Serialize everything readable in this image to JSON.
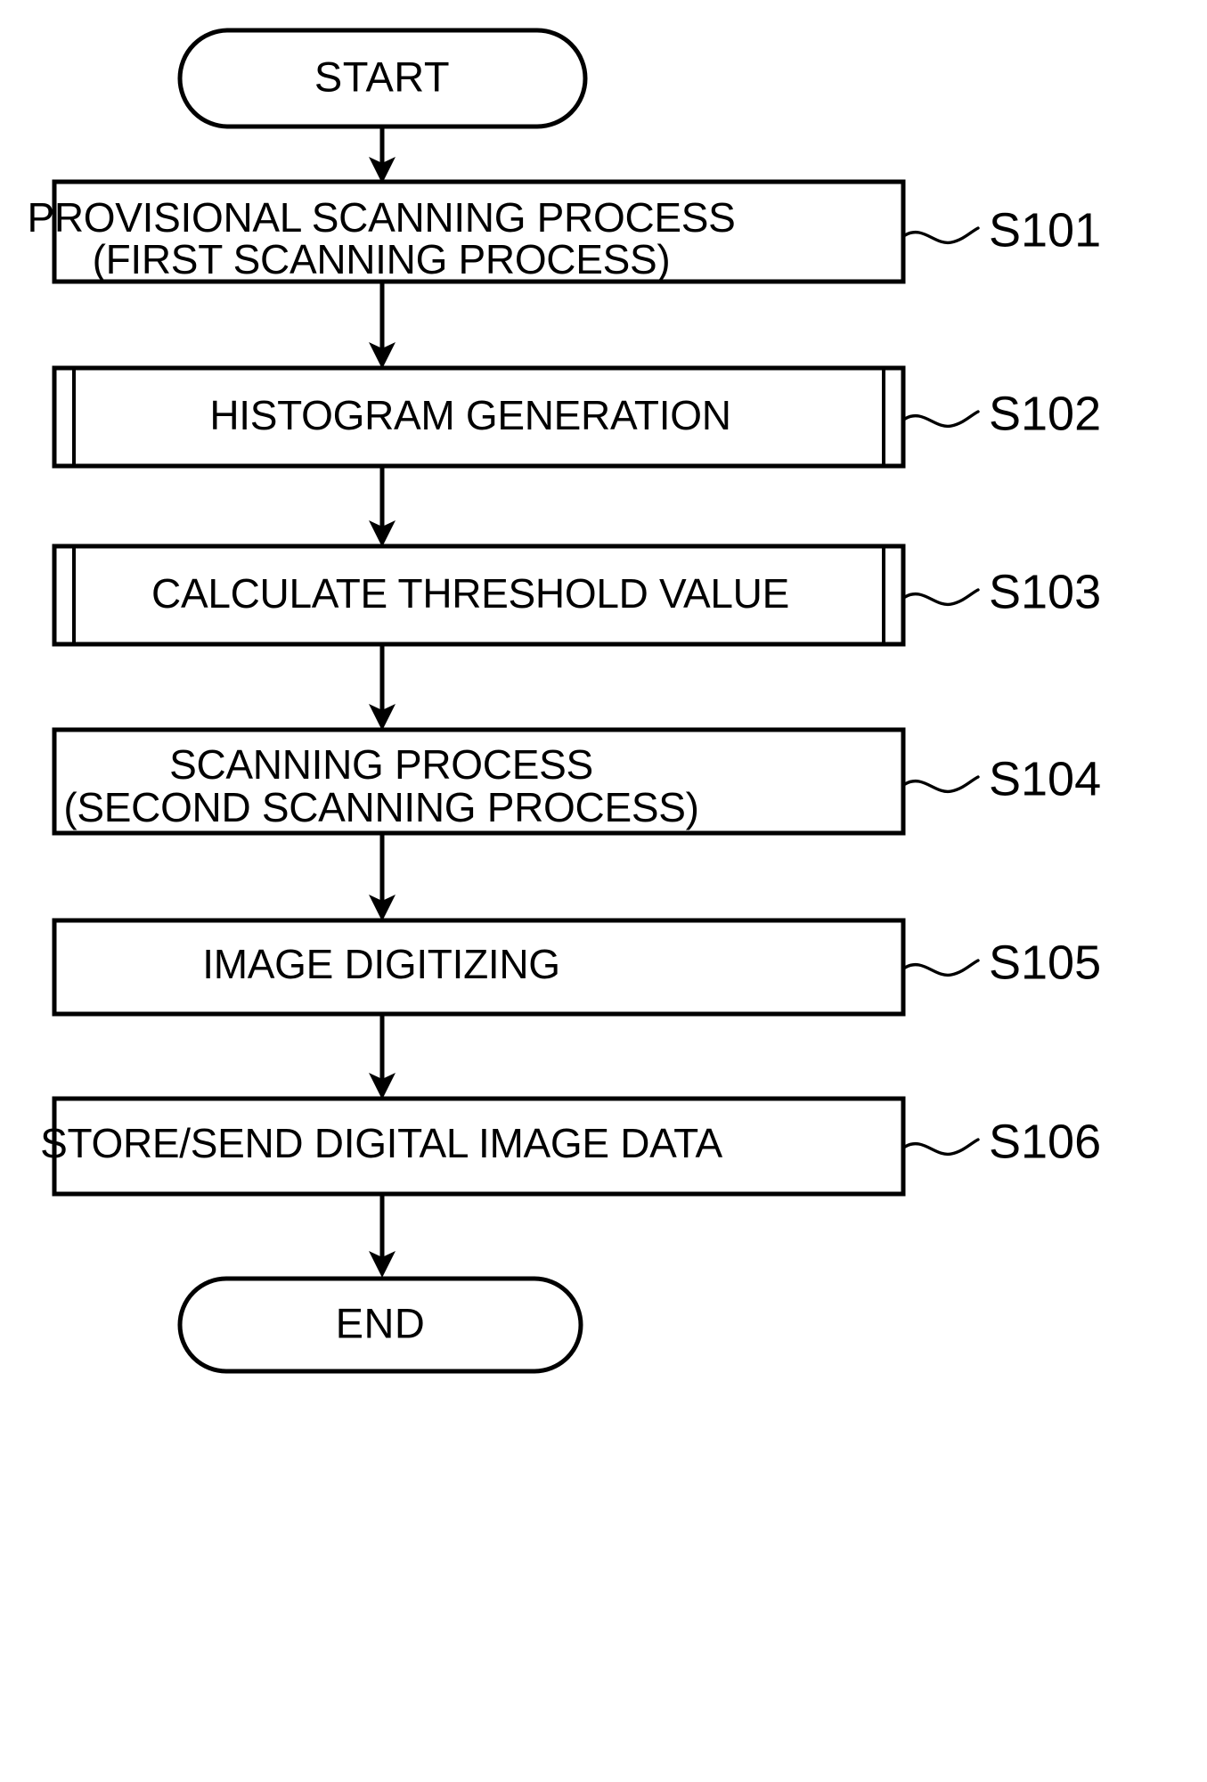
{
  "diagram": {
    "title": "Scanning Process Flowchart",
    "type": "flowchart",
    "stroke_color": "#000000",
    "fill_color": "#ffffff",
    "background_color": "#ffffff"
  },
  "nodes": [
    {
      "id": "start",
      "shape": "terminator",
      "lines": [
        "START"
      ],
      "step_label": ""
    },
    {
      "id": "s101",
      "shape": "process",
      "lines": [
        "PROVISIONAL SCANNING PROCESS",
        "(FIRST SCANNING PROCESS)"
      ],
      "step_label": "S101"
    },
    {
      "id": "s102",
      "shape": "predefined-process",
      "lines": [
        "HISTOGRAM GENERATION"
      ],
      "step_label": "S102"
    },
    {
      "id": "s103",
      "shape": "predefined-process",
      "lines": [
        "CALCULATE THRESHOLD VALUE"
      ],
      "step_label": "S103"
    },
    {
      "id": "s104",
      "shape": "process",
      "lines": [
        "SCANNING PROCESS",
        "(SECOND SCANNING PROCESS)"
      ],
      "step_label": "S104"
    },
    {
      "id": "s105",
      "shape": "process",
      "lines": [
        "IMAGE DIGITIZING"
      ],
      "step_label": "S105"
    },
    {
      "id": "s106",
      "shape": "process",
      "lines": [
        "STORE/SEND DIGITAL IMAGE DATA"
      ],
      "step_label": "S106"
    },
    {
      "id": "end",
      "shape": "terminator",
      "lines": [
        "END"
      ],
      "step_label": ""
    }
  ],
  "edges": [
    {
      "from": "start",
      "to": "s101",
      "arrow": "down"
    },
    {
      "from": "s101",
      "to": "s102",
      "arrow": "down"
    },
    {
      "from": "s102",
      "to": "s103",
      "arrow": "down"
    },
    {
      "from": "s103",
      "to": "s104",
      "arrow": "down"
    },
    {
      "from": "s104",
      "to": "s105",
      "arrow": "down"
    },
    {
      "from": "s105",
      "to": "s106",
      "arrow": "down"
    },
    {
      "from": "s106",
      "to": "end",
      "arrow": "down"
    }
  ],
  "text": {
    "start": "START",
    "s101_line1": "PROVISIONAL SCANNING PROCESS",
    "s101_line2": "(FIRST SCANNING PROCESS)",
    "s102_line1": "HISTOGRAM GENERATION",
    "s103_line1": "CALCULATE THRESHOLD VALUE",
    "s104_line1": "SCANNING PROCESS",
    "s104_line2": "(SECOND SCANNING PROCESS)",
    "s105_line1": "IMAGE DIGITIZING",
    "s106_line1": "STORE/SEND DIGITAL IMAGE DATA",
    "end": "END",
    "label_s101": "S101",
    "label_s102": "S102",
    "label_s103": "S103",
    "label_s104": "S104",
    "label_s105": "S105",
    "label_s106": "S106"
  }
}
